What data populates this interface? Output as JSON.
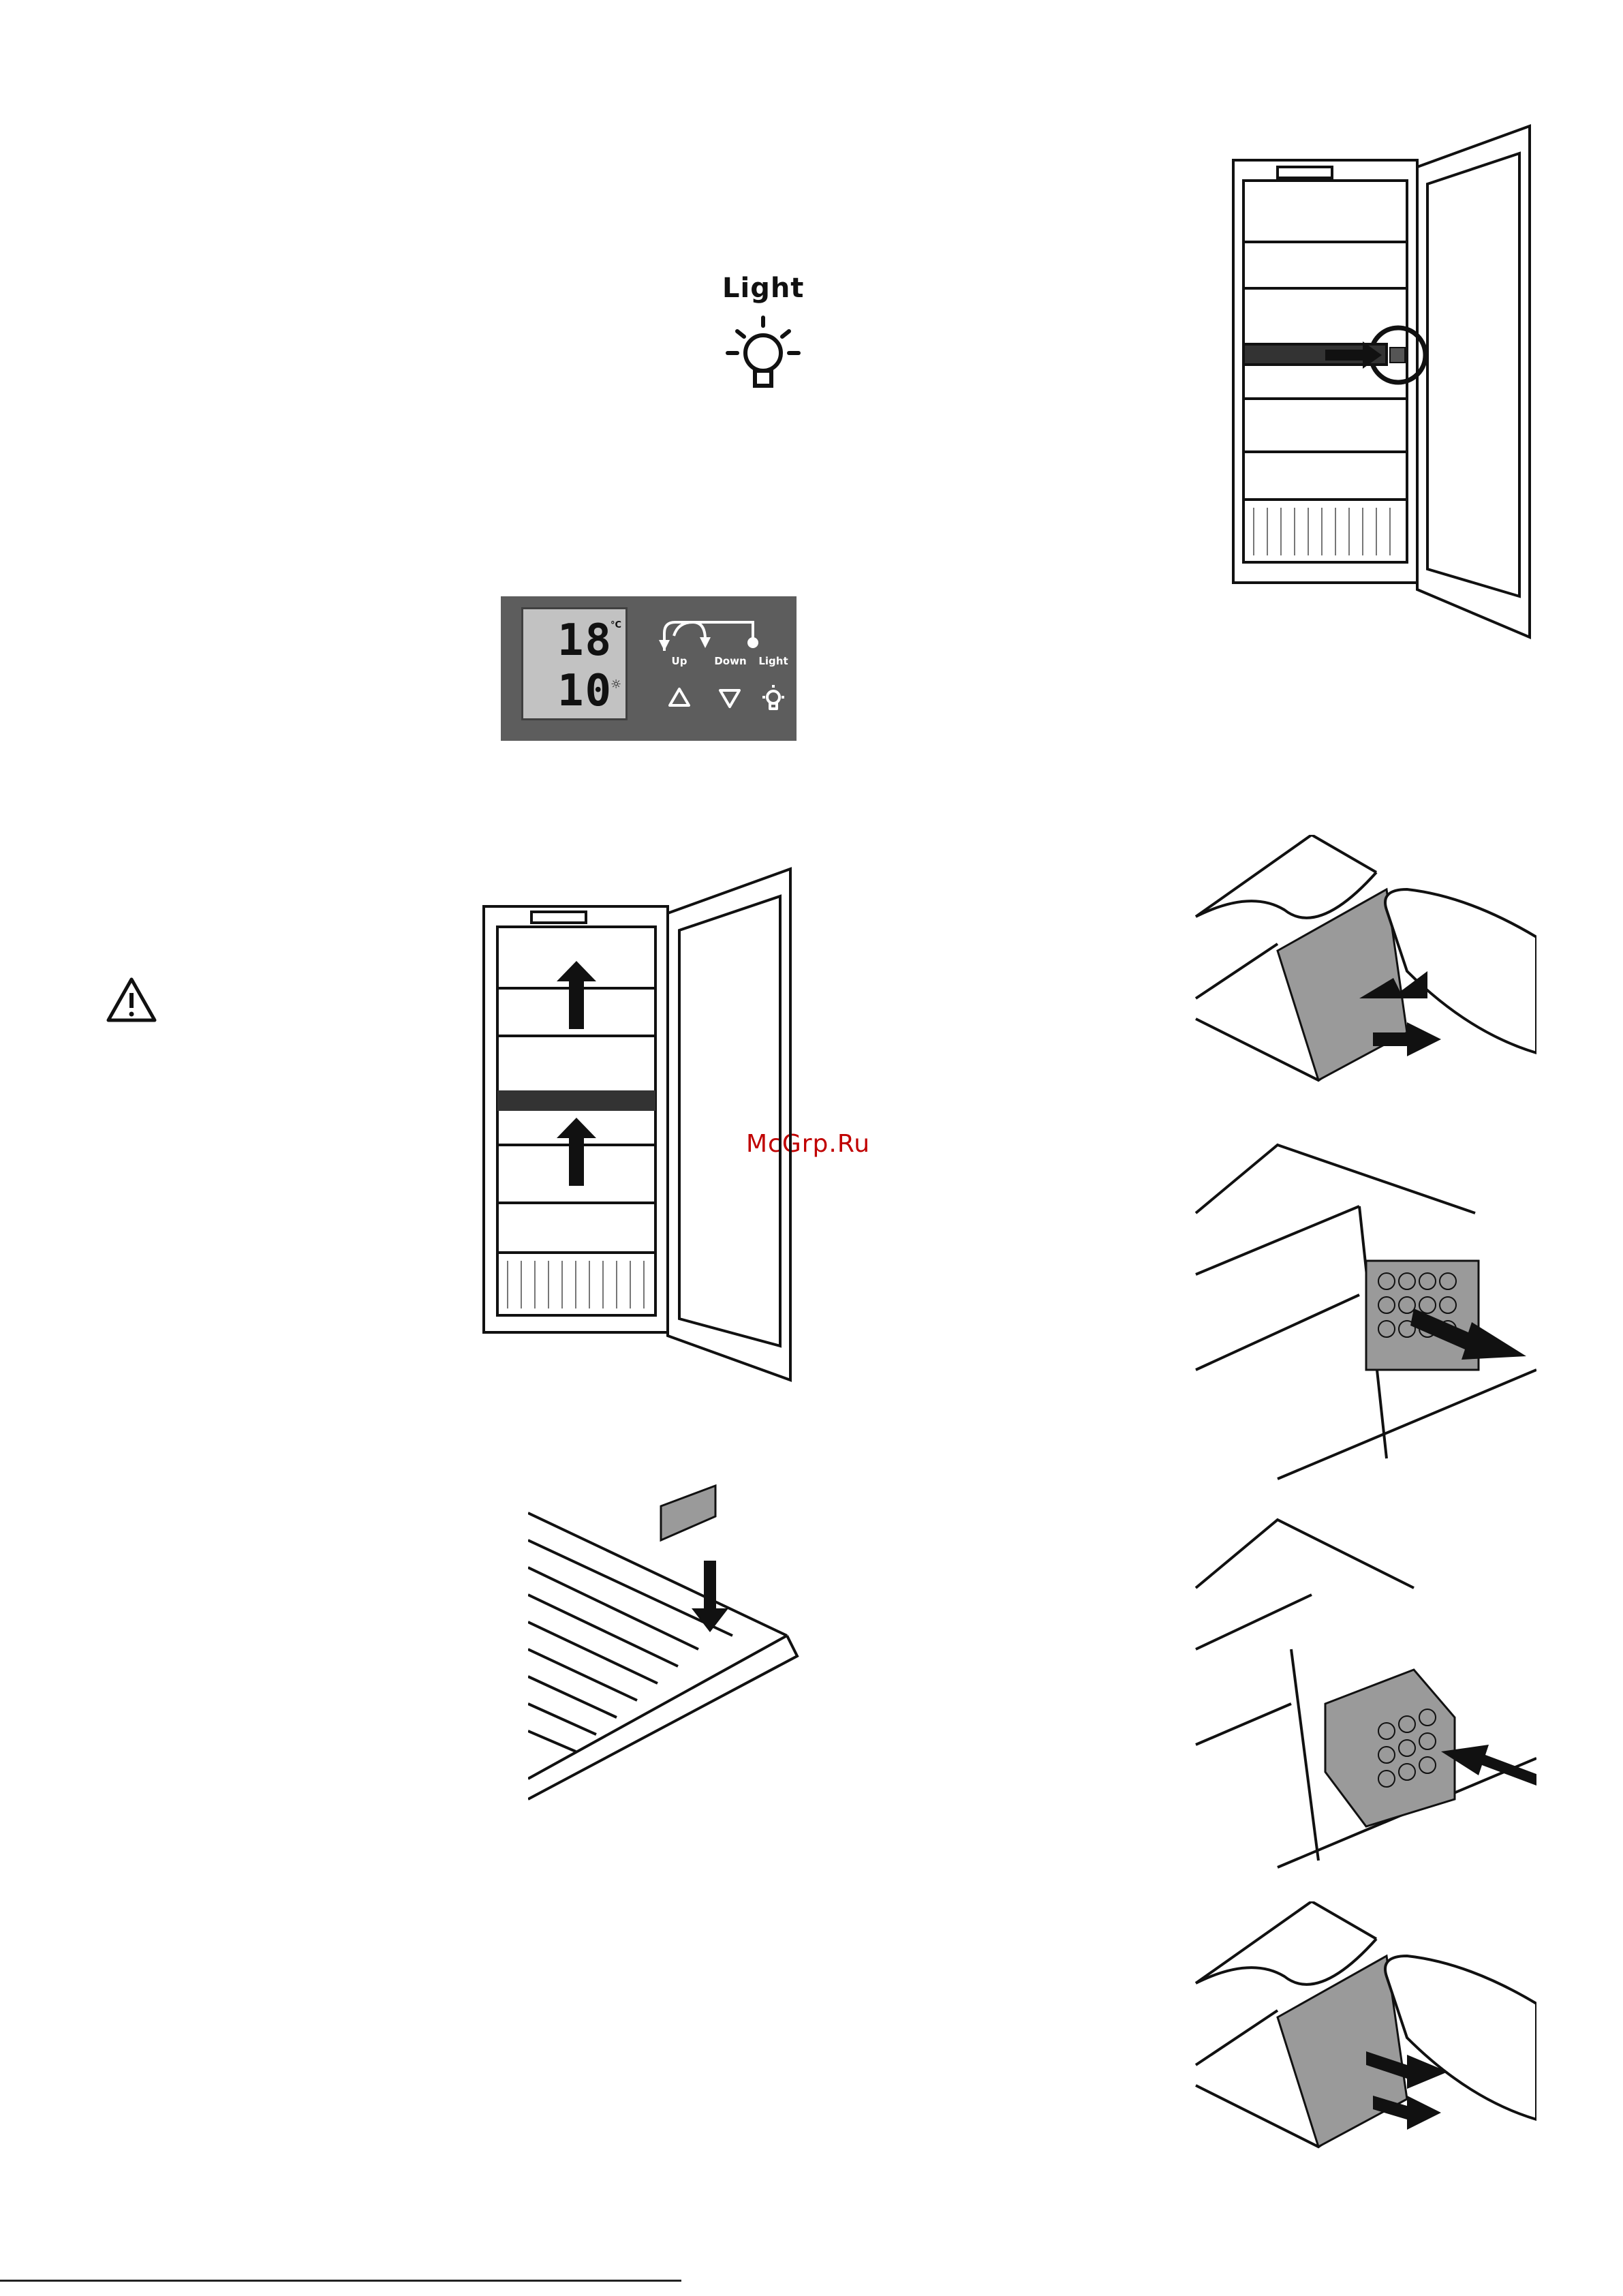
{
  "light_icon": {
    "caption": "Light",
    "icon": "light-bulb-icon"
  },
  "control_panel": {
    "display_temperature": "18",
    "temperature_unit": "°C",
    "display_second": "10",
    "display_second_icon": "light-bulb-icon",
    "buttons": [
      {
        "label": "Up",
        "icon": "triangle-up-icon"
      },
      {
        "label": "Down",
        "icon": "triangle-down-icon"
      },
      {
        "label": "Light",
        "icon": "light-bulb-icon"
      }
    ]
  },
  "warning_icon": "warning-triangle-icon",
  "watermark": "McGrp.Ru",
  "colors": {
    "panel": "#5d5d5d",
    "lcd": "#c2c2c2",
    "watermark": "#c00000",
    "drawer": "#9a9a9a"
  }
}
